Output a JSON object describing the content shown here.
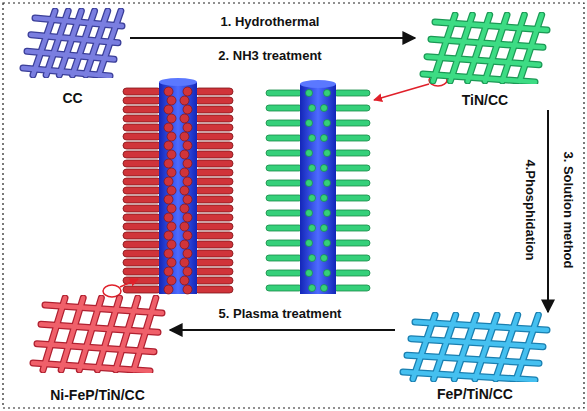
{
  "diagram": {
    "nodes": [
      {
        "text": [
          "CC"
        ]
      },
      {
        "text": [
          "TiN/CC"
        ]
      },
      {
        "text": [
          "FeP/TiN/CC"
        ]
      },
      {
        "text": [
          "Ni-FeP/TiN/CC"
        ]
      }
    ],
    "edges": [
      {
        "from": 0,
        "to": 1,
        "arrow": "to",
        "label": "1. Hydrothermal"
      },
      {
        "from": 1,
        "to": 2,
        "arrow": "to",
        "label": "3. Solution method"
      },
      {
        "from": 2,
        "to": 3,
        "arrow": "to",
        "label": "5. Plasma treatment"
      }
    ],
    "labels": [
      "2. NH3 treatment",
      "4.Phosphidation"
    ]
  }
}
